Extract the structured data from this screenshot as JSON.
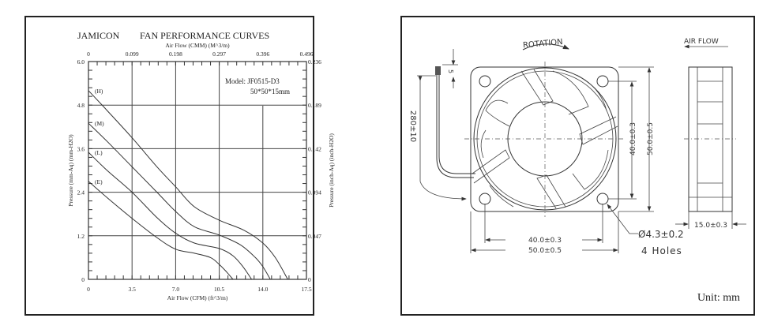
{
  "chart_data": {
    "type": "line",
    "brand": "JAMICON",
    "title": "FAN PERFORMANCE CURVES",
    "top_axis_label": "Air Flow (CMM) (M^3/m)",
    "top_ticks": [
      "0",
      "0.099",
      "0.198",
      "0.297",
      "0.396",
      "0.496"
    ],
    "xlabel": "Air Flow (CFM) (ft^3/m)",
    "x_ticks": [
      "0",
      "3.5",
      "7.0",
      "10.5",
      "14.0",
      "17.5"
    ],
    "xlim": [
      0,
      17.5
    ],
    "ylabel": "Pressure (mm-Aq) (mm-H2O)",
    "y_ticks": [
      "0",
      "1.2",
      "2.4",
      "3.6",
      "4.8",
      "6.0"
    ],
    "ylim": [
      0,
      6.0
    ],
    "right_axis_label": "Pressure (inch-Aq) (inch-H2O)",
    "right_ticks": [
      "0",
      "0.047",
      "0.094",
      "0.142",
      "0.189",
      "0.236"
    ],
    "model_line1": "Model: JF0515-D3",
    "model_line2": "50*50*15mm",
    "grid": true,
    "series": [
      {
        "name": "(H)",
        "points": [
          [
            0,
            5.2
          ],
          [
            1.5,
            4.65
          ],
          [
            3.5,
            3.9
          ],
          [
            5.5,
            3.1
          ],
          [
            7.0,
            2.55
          ],
          [
            8.5,
            2.0
          ],
          [
            10.5,
            1.63
          ],
          [
            12.5,
            1.35
          ],
          [
            14.0,
            1.0
          ],
          [
            15.0,
            0.6
          ],
          [
            16.0,
            0
          ]
        ]
      },
      {
        "name": "(M)",
        "points": [
          [
            0,
            4.3
          ],
          [
            1.5,
            3.8
          ],
          [
            3.5,
            3.1
          ],
          [
            5.5,
            2.4
          ],
          [
            7.0,
            1.87
          ],
          [
            8.5,
            1.45
          ],
          [
            10.5,
            1.22
          ],
          [
            12.2,
            0.95
          ],
          [
            13.4,
            0.6
          ],
          [
            14.0,
            0.35
          ],
          [
            14.6,
            0
          ]
        ]
      },
      {
        "name": "(L)",
        "points": [
          [
            0,
            3.5
          ],
          [
            1.5,
            3.0
          ],
          [
            3.5,
            2.4
          ],
          [
            5.5,
            1.7
          ],
          [
            7.0,
            1.27
          ],
          [
            8.5,
            1.0
          ],
          [
            10.5,
            0.85
          ],
          [
            11.6,
            0.65
          ],
          [
            12.4,
            0.35
          ],
          [
            13.1,
            0
          ]
        ]
      },
      {
        "name": "(E)",
        "points": [
          [
            0,
            2.7
          ],
          [
            1.5,
            2.25
          ],
          [
            3.5,
            1.68
          ],
          [
            5.5,
            1.15
          ],
          [
            7.0,
            0.83
          ],
          [
            8.5,
            0.72
          ],
          [
            9.8,
            0.6
          ],
          [
            10.5,
            0.41
          ],
          [
            11.1,
            0.2
          ],
          [
            11.6,
            0
          ]
        ]
      }
    ]
  },
  "drawing": {
    "rotation_label": "ROTATION",
    "airflow_label": "AIR FLOW",
    "lead_length": "280±10",
    "strip_length": "5",
    "hole_pitch_v": "40.0±0.3",
    "size_v": "50.0±0.5",
    "hole_pitch_h": "40.0±0.3",
    "size_h": "50.0±0.5",
    "hole_dia": "Ø4.3±0.2",
    "hole_count": "4 Holes",
    "thickness": "15.0±0.3",
    "unit": "Unit: mm"
  }
}
